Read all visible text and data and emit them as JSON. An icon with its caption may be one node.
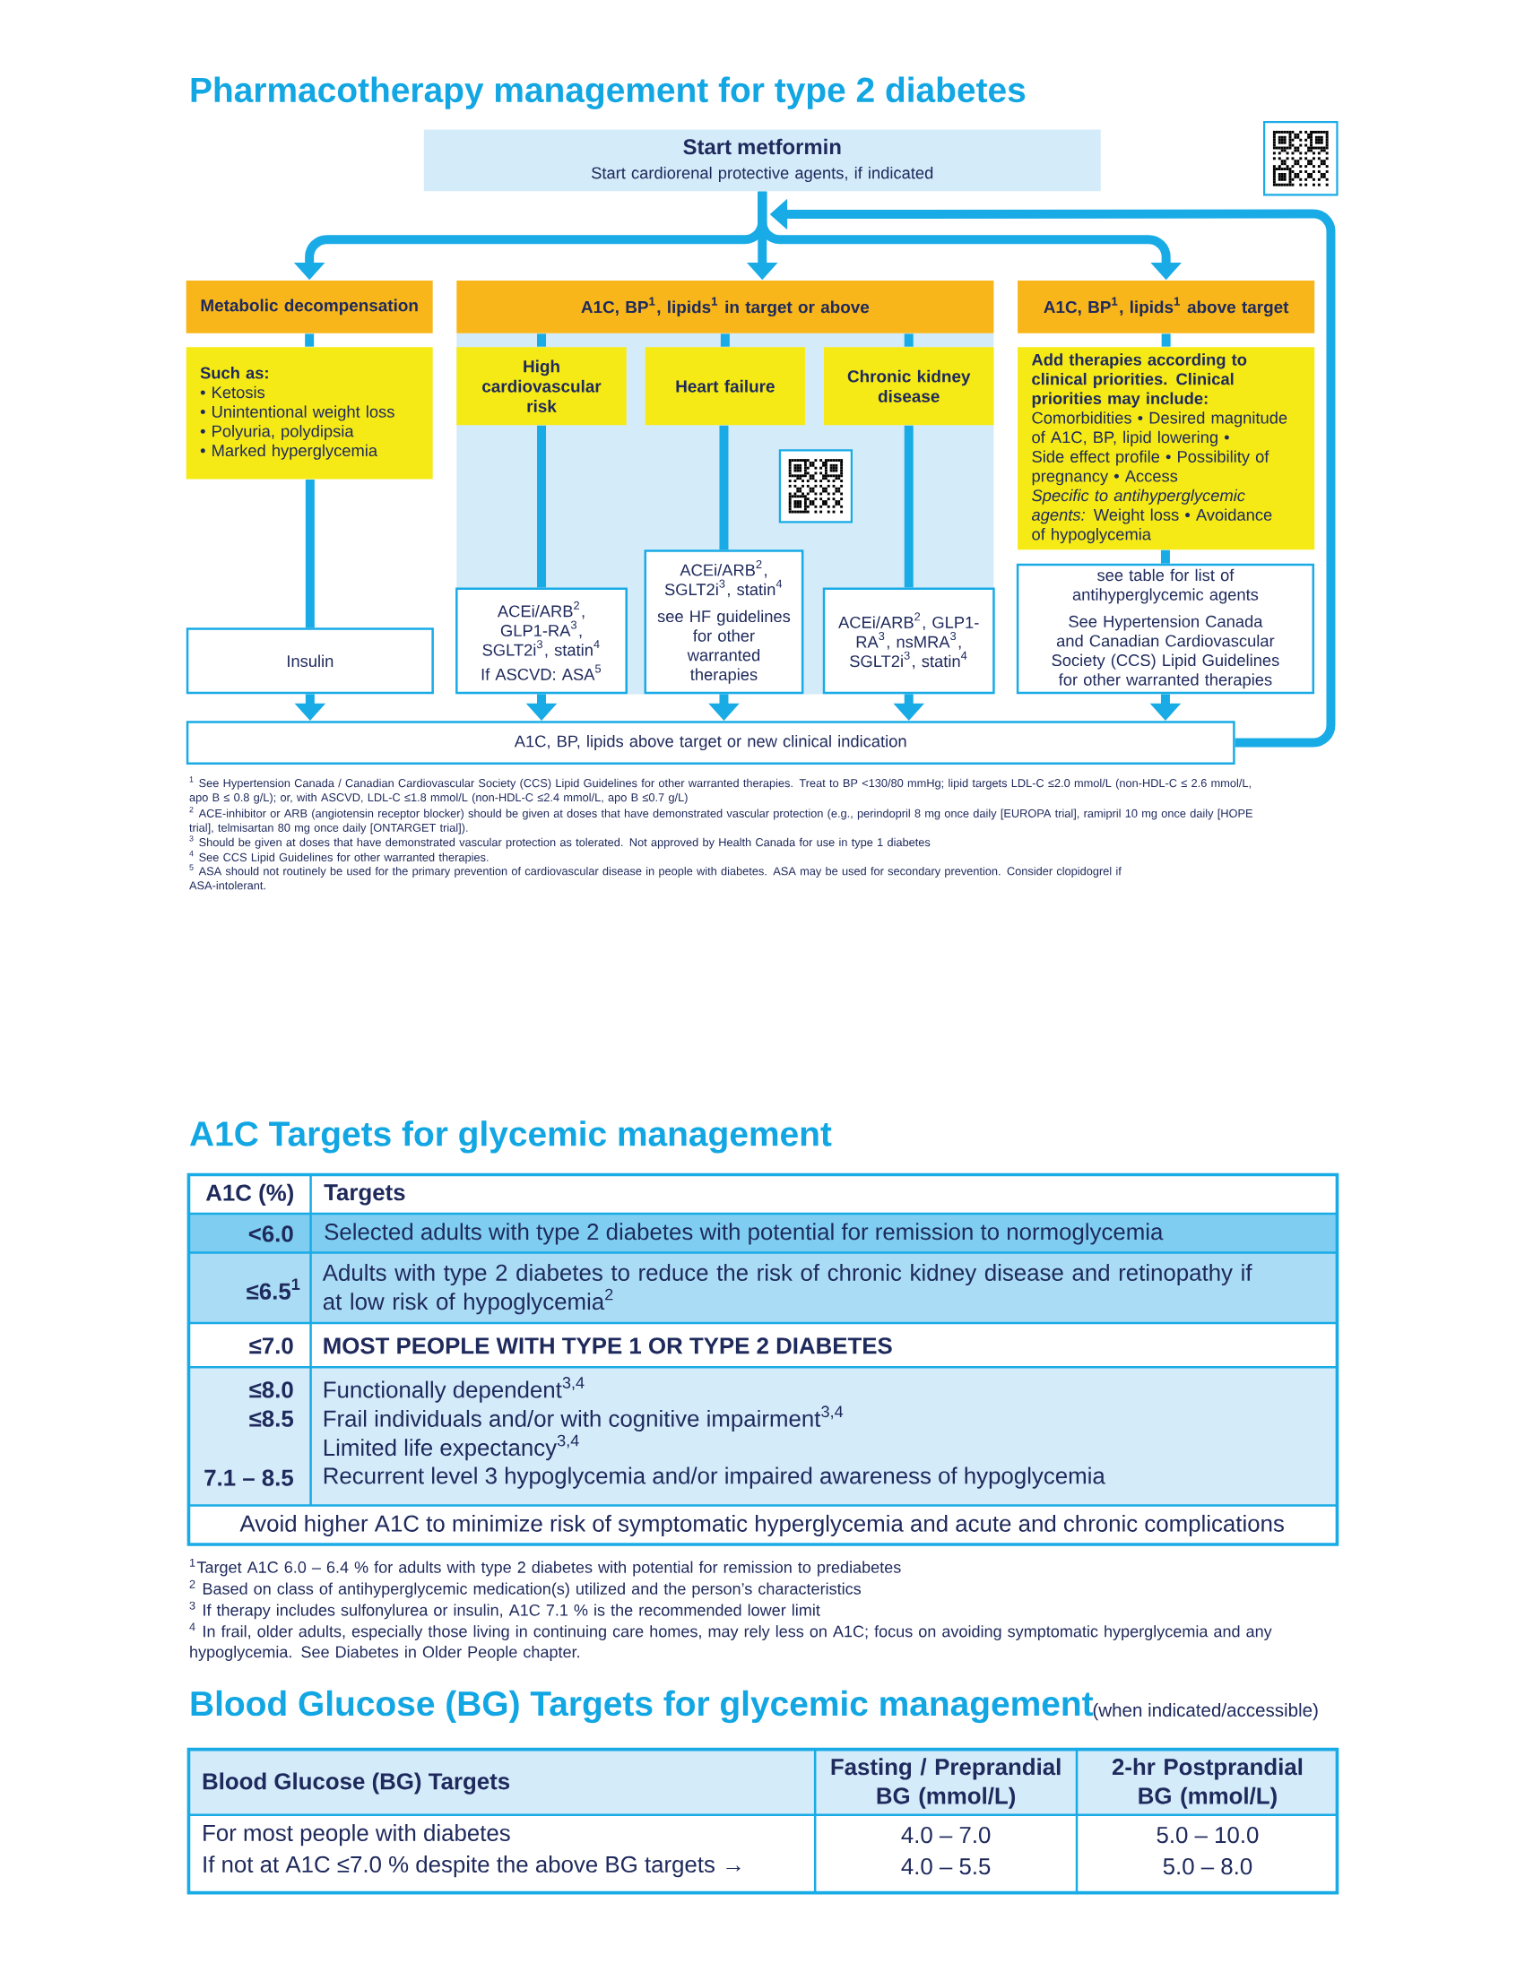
{
  "diagram": {
    "title": "Pharmacotherapy management for type 2 diabetes",
    "nodes": [
      {
        "text": [
          "Start metformin",
          "Start cardiorenal protective agents, if indicated"
        ]
      },
      {
        "text": [
          "Metabolic decompensation"
        ]
      },
      {
        "text": [
          "A1C, BP$^{1}$, lipids$^{1}$ in target or above"
        ]
      },
      {
        "text": [
          "A1C, BP$^{1}$, lipids$^{1}$ above target"
        ]
      },
      {
        "text": [
          "Such as:",
          "• Ketosis",
          "• Unintentional weight loss",
          "• Polyuria, polydipsia",
          "• Marked hyperglycemia"
        ]
      },
      {
        "text": [
          "High cardiovascular risk"
        ]
      },
      {
        "text": [
          "Heart failure"
        ]
      },
      {
        "text": [
          "Chronic kidney disease"
        ]
      },
      {
        "text": [
          "Add therapies according to clinical priorities. Clinical priorities may include:",
          "Comorbidities • Desired magnitude of A1C, BP, lipid lowering • Side effect profile • Possibility of pregnancy • Access",
          "*Specific to antihyperglycemic agents:* Weight loss • Avoidance of hypoglycemia"
        ]
      },
      {
        "text": [
          "Insulin"
        ]
      },
      {
        "text": [
          "ACEi/ARB$^{2}$, GLP1-RA$^{3}$, SGLT2i$^{3}$, statin$^{4}$",
          "If ASCVD: ASA$^{5}$"
        ]
      },
      {
        "text": [
          "ACEi/ARB$^{2}$, SGLT2i$^{3}$, statin$^{4}$",
          "see HF guidelines for other warranted therapies"
        ]
      },
      {
        "text": [
          "ACEi/ARB$^{2}$, GLP1-RA$^{3}$, nsMRA$^{3}$, SGLT2i$^{3}$, statin$^{4}$"
        ]
      },
      {
        "text": [
          "see table for list of antihyperglycemic agents",
          "See Hypertension Canada and Canadian Cardiovascular Society (CCS) Lipid Guidelines for other warranted therapies"
        ]
      },
      {
        "text": [
          "A1C, BP, lipids above target or new clinical indication"
        ]
      }
    ],
    "edges": [
      {
        "from": 0,
        "to": 1,
        "arrow": "to"
      },
      {
        "from": 0,
        "to": 2,
        "arrow": "to"
      },
      {
        "from": 0,
        "to": 3,
        "arrow": "to"
      },
      {
        "from": 14,
        "to": 0,
        "arrow": "to"
      },
      {
        "from": 1,
        "to": 4,
        "arrow": "none"
      },
      {
        "from": 4,
        "to": 9,
        "arrow": "none"
      },
      {
        "from": 9,
        "to": 14,
        "arrow": "to"
      },
      {
        "from": 2,
        "to": 5,
        "arrow": "none"
      },
      {
        "from": 2,
        "to": 6,
        "arrow": "none"
      },
      {
        "from": 2,
        "to": 7,
        "arrow": "none"
      },
      {
        "from": 5,
        "to": 10,
        "arrow": "none"
      },
      {
        "from": 6,
        "to": 11,
        "arrow": "none"
      },
      {
        "from": 7,
        "to": 12,
        "arrow": "none"
      },
      {
        "from": 10,
        "to": 14,
        "arrow": "to"
      },
      {
        "from": 11,
        "to": 14,
        "arrow": "to"
      },
      {
        "from": 12,
        "to": 14,
        "arrow": "to"
      },
      {
        "from": 3,
        "to": 8,
        "arrow": "none"
      },
      {
        "from": 8,
        "to": 13,
        "arrow": "none"
      },
      {
        "from": 13,
        "to": 14,
        "arrow": "to"
      }
    ],
    "labels": [
      "$^{1}$ See Hypertension Canada / Canadian Cardiovascular Society (CCS) Lipid Guidelines for other warranted therapies. Treat to BP <130/80 mmHg; lipid targets LDL-C ≤2.0 mmol/L (non-HDL-C ≤ 2.6 mmol/L, apo B ≤ 0.8 g/L); or, with ASCVD, LDL-C ≤1.8 mmol/L (non-HDL-C ≤2.4 mmol/L, apo B ≤0.7 g/L)",
      "$^{2}$ ACE-inhibitor or ARB (angiotensin receptor blocker) should be given at doses that have demonstrated vascular protection (e.g., perindopril 8 mg once daily [EUROPA trial], ramipril 10 mg once daily [HOPE trial], telmisartan 80 mg once daily [ONTARGET trial]).",
      "$^{3}$ Should be given at doses that have demonstrated vascular protection as tolerated. Not approved by Health Canada for use in type 1 diabetes",
      "$^{4}$ See CCS Lipid Guidelines for other warranted therapies.",
      "$^{5}$ ASA should not routinely be used for the primary prevention of cardiovascular disease in people with diabetes. ASA may be used for secondary prevention. Consider clopidogrel if ASA-intolerant.",
      "A1C Targets for glycemic management",
      "A1C (%)",
      "Targets",
      "<6.0",
      "Selected adults with type 2 diabetes with potential for remission to normoglycemia",
      "≤6.5$^{1}$",
      "Adults with type 2 diabetes to reduce the risk of chronic kidney disease and retinopathy if at low risk of hypoglycemia$^{2}$",
      "≤7.0",
      "MOST PEOPLE WITH TYPE 1 OR TYPE 2 DIABETES",
      "≤8.0",
      "Functionally dependent$^{3,4}$",
      "≤8.5",
      "Frail individuals and/or with cognitive impairment$^{3,4}$",
      "Limited life expectancy$^{3,4}$",
      "7.1 – 8.5",
      "Recurrent level 3 hypoglycemia and/or impaired awareness of hypoglycemia",
      "Avoid higher A1C to minimize risk of symptomatic hyperglycemia and acute and chronic complications",
      "$^{1}$Target A1C 6.0 – 6.4 % for adults with type 2 diabetes with potential for remission to prediabetes",
      "$^{2}$ Based on class of antihyperglycemic medication(s) utilized and the person’s characteristics",
      "$^{3}$ If therapy includes sulfonylurea or insulin, A1C 7.1 % is the recommended lower limit",
      "$^{4}$ In frail, older adults, especially those living in continuing care homes, may rely less on A1C; focus on avoiding symptomatic hyperglycemia and any hypoglycemia. See Diabetes in Older People chapter.",
      "Blood Glucose (BG) Targets for glycemic management",
      "(when indicated/accessible)",
      "Blood Glucose (BG) Targets",
      "Fasting / Preprandial BG (mmol/L)",
      "2-hr Postprandial BG (mmol/L)",
      "For most people with diabetes",
      "4.0 – 7.0",
      "5.0 – 10.0",
      "If not at A1C ≤7.0 % despite the above BG targets →",
      "4.0 – 5.5",
      "5.0 – 8.0"
    ]
  }
}
